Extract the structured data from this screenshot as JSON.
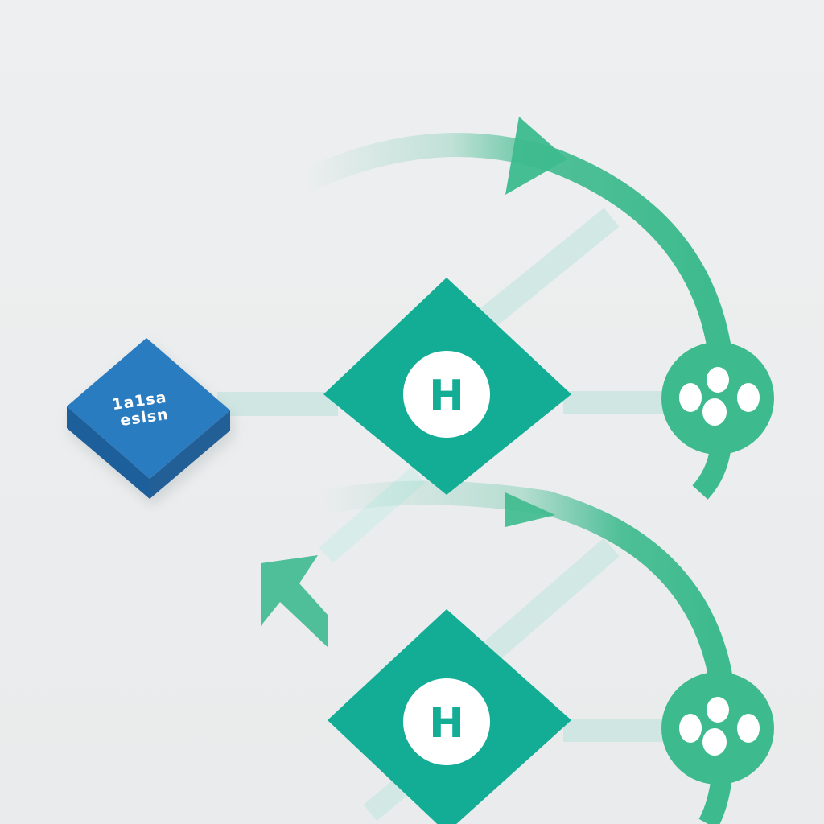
{
  "diagram": {
    "source_box": {
      "lines": [
        "1a1sa",
        "eslsn"
      ]
    },
    "decision_nodes": [
      {
        "label": "H"
      },
      {
        "label": "H"
      }
    ],
    "terminal_nodes": [
      {
        "icon": "people-icon"
      },
      {
        "icon": "people-icon"
      }
    ],
    "colors": {
      "background": "#eceeef",
      "box_top": "#2c7cc0",
      "box_side": "#1d5f9a",
      "diamond": "#13ad96",
      "arc": "#3dba8e",
      "connector": "#cfe6e3",
      "circle_fill": "#ffffff"
    }
  }
}
